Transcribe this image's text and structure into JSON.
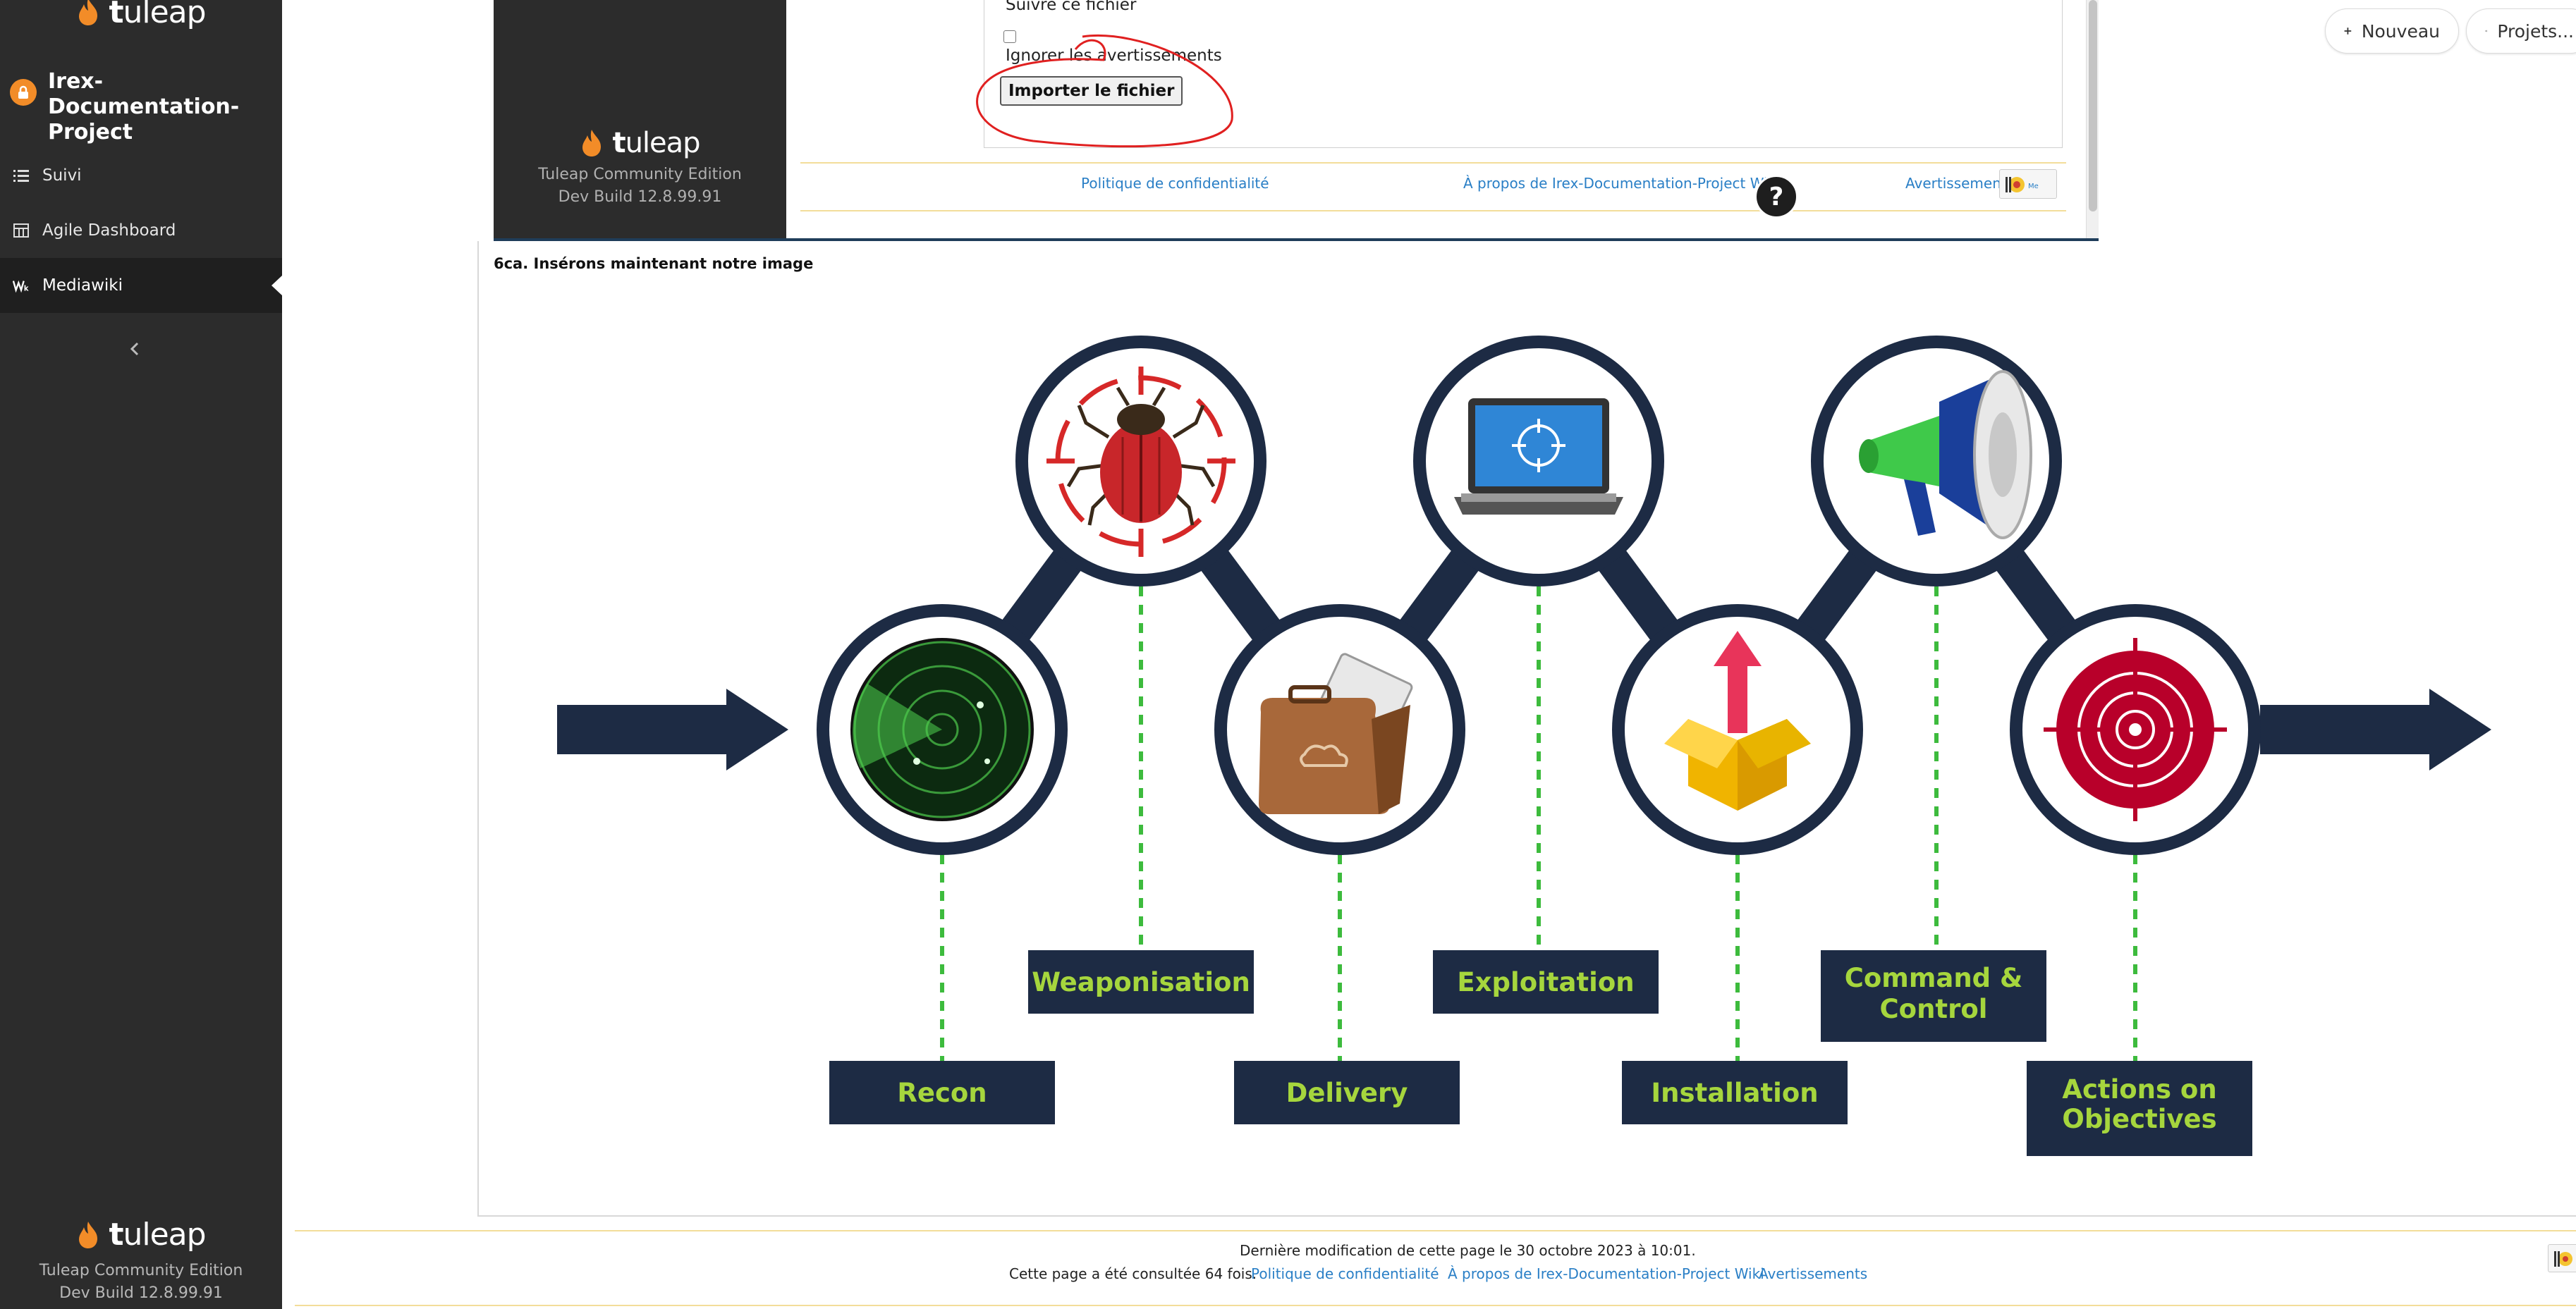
{
  "brand": {
    "logo_text_bold": "t",
    "logo_text_rest": "uleap",
    "edition": "Tuleap Community Edition",
    "build": "Dev Build 12.8.99.91"
  },
  "sidebar": {
    "project_name": "Irex-Documentation-Project",
    "items": [
      {
        "label": "Suivi",
        "icon": "list-icon"
      },
      {
        "label": "Agile Dashboard",
        "icon": "dashboard-icon"
      },
      {
        "label": "Mediawiki",
        "icon": "mediawiki-icon",
        "active": true
      }
    ]
  },
  "topbar": {
    "new_label": "Nouveau",
    "projects_label": "Projets..."
  },
  "embedded": {
    "follow_file": "Suivre ce fichier",
    "ignore_warnings": "Ignorer les avertissements",
    "import_button": "Importer le fichier",
    "footer_links": [
      "Politique de confidentialité",
      "À propos de Irex-Documentation-Project Wiki",
      "Avertissements"
    ],
    "help": "?"
  },
  "content": {
    "caption": "6ca. Insérons maintenant notre image",
    "killchain": {
      "phases": [
        "Recon",
        "Weaponisation",
        "Delivery",
        "Exploitation",
        "Installation",
        "Command &",
        "Control",
        "Actions on",
        "Objectives"
      ],
      "colors": {
        "navy": "#1d2b44",
        "label_green": "#a6d63d",
        "dash_green": "#3dbb3d"
      }
    }
  },
  "footer": {
    "last_modified": "Dernière modification de cette page le 30 octobre 2023 à 10:01.",
    "views": "Cette page a été consultée 64 fois.",
    "links": [
      "Politique de confidentialité",
      "À propos de Irex-Documentation-Project Wiki",
      "Avertissements"
    ]
  }
}
